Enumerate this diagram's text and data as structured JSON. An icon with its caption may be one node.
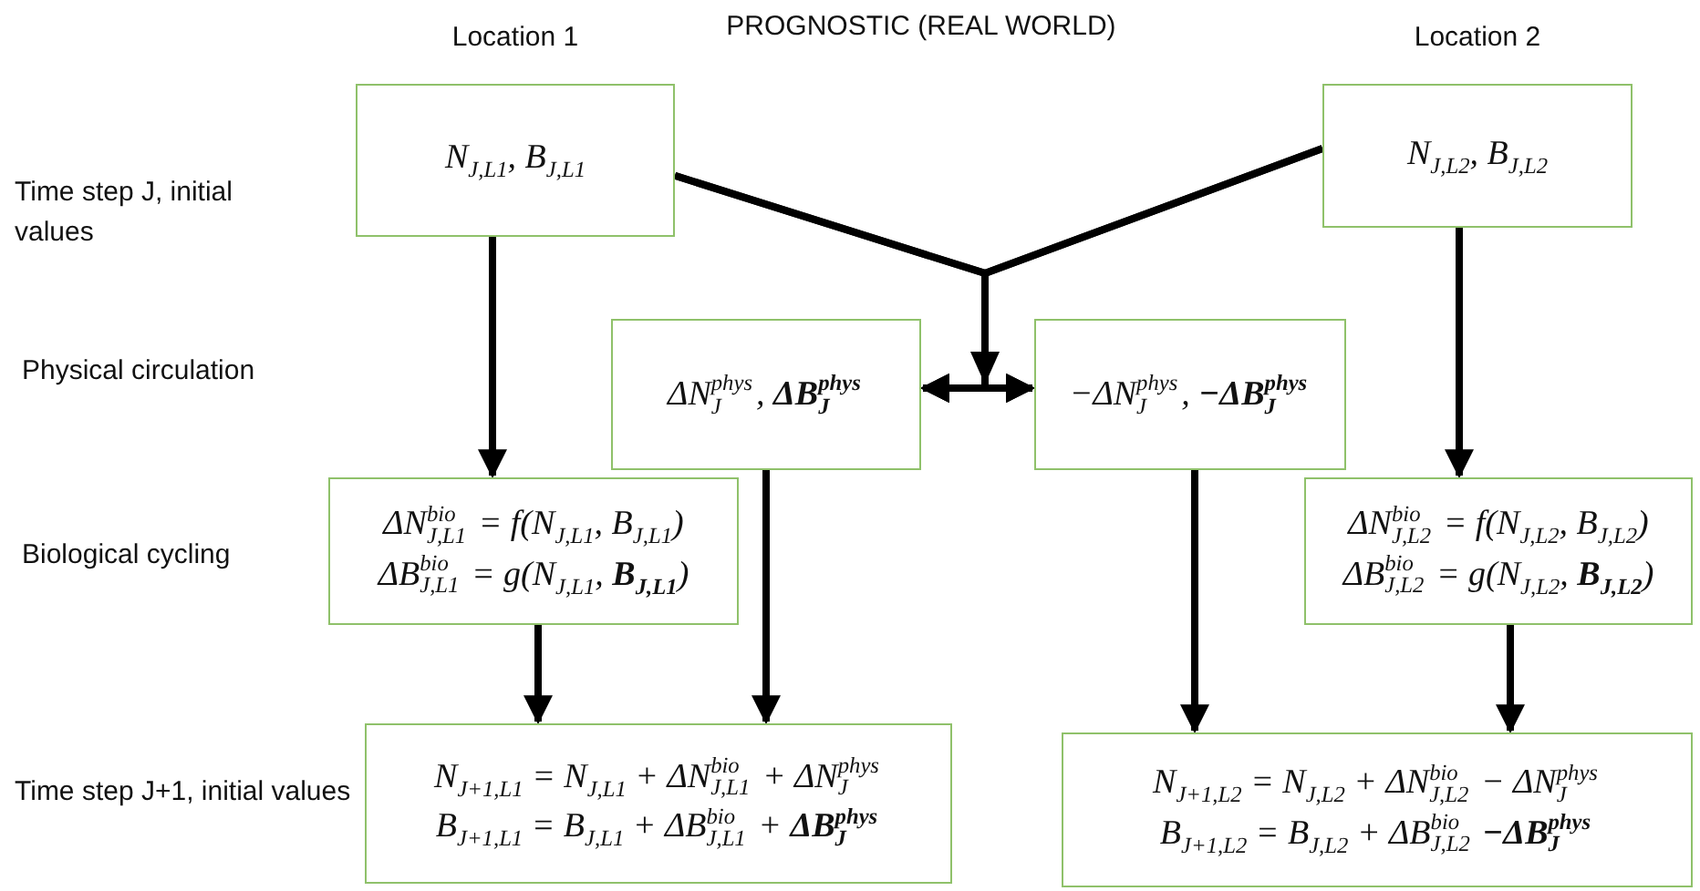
{
  "diagram": {
    "title": "PROGNOSTIC (REAL WORLD)",
    "nodes": [
      {
        "text": [
          "Location 1",
          "N$_{J,L1}$, B$_{J,L1}$"
        ]
      },
      {
        "text": [
          "Location 2",
          "N$_{J,L2}$, B$_{J,L2}$"
        ]
      },
      {
        "text": [
          "ΔN$^{phys}$$_{J}$, **ΔB$^{phys}$$_{J}$**"
        ]
      },
      {
        "text": [
          "−ΔN$^{phys}$$_{J}$, **−ΔB$^{phys}$$_{J}$**"
        ]
      },
      {
        "text": [
          "ΔN$^{bio}$$_{J,L1}$ = f(N$_{J,L1}$, B$_{J,L1}$)",
          "ΔB$^{bio}$$_{J,L1}$ = g(N$_{J,L1}$, **B$_{J,L1}$**)"
        ]
      },
      {
        "text": [
          "ΔN$^{bio}$$_{J,L2}$ = f(N$_{J,L2}$, B$_{J,L2}$)",
          "ΔB$^{bio}$$_{J,L2}$ = g(N$_{J,L2}$, **B$_{J,L2}$**)"
        ]
      },
      {
        "text": [
          "N$_{J+1,L1}$ = N$_{J,L1}$ + ΔN$^{bio}$$_{J,L1}$ + ΔN$^{phys}$$_{J}$",
          "B$_{J+1,L1}$ = B$_{J,L1}$ + ΔB$^{bio}$$_{J,L1}$ + **ΔB$^{phys}$$_{J}$**"
        ]
      },
      {
        "text": [
          "N$_{J+1,L2}$ = N$_{J,L2}$ + ΔN$^{bio}$$_{J,L2}$ − ΔN$^{phys}$$_{J}$",
          "B$_{J+1,L2}$ = B$_{J,L2}$ + ΔB$^{bio}$$_{J,L2}$ **−ΔB$^{phys}$$_{J}$**"
        ]
      }
    ],
    "edges": [
      {
        "from": 0,
        "to": 2,
        "arrow": "to"
      },
      {
        "from": 0,
        "to": 3,
        "arrow": "to"
      },
      {
        "from": 1,
        "to": 2,
        "arrow": "to"
      },
      {
        "from": 1,
        "to": 3,
        "arrow": "to"
      },
      {
        "from": 2,
        "to": 3,
        "arrow": "both"
      },
      {
        "from": 0,
        "to": 4,
        "arrow": "to"
      },
      {
        "from": 1,
        "to": 5,
        "arrow": "to"
      },
      {
        "from": 4,
        "to": 6,
        "arrow": "to"
      },
      {
        "from": 2,
        "to": 6,
        "arrow": "to"
      },
      {
        "from": 3,
        "to": 7,
        "arrow": "to"
      },
      {
        "from": 5,
        "to": 7,
        "arrow": "to"
      }
    ],
    "labels": [
      "Time step J, initial values",
      "Physical circulation",
      "Biological cycling",
      "Time step J+1, initial values"
    ]
  }
}
